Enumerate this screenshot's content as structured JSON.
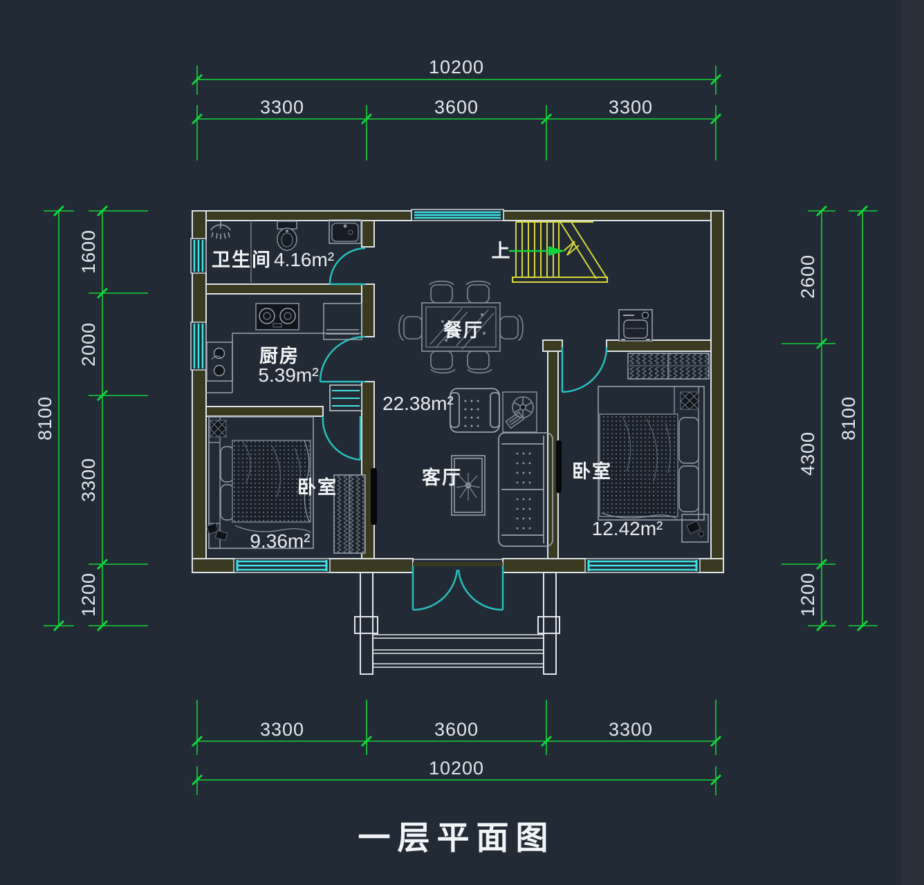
{
  "title": "一层平面图",
  "colors": {
    "background": "#222a35",
    "wall_line": "#dde3e9",
    "wall_core": "#3a3a20",
    "window": "#3fe3e3",
    "door": "#28bfbf",
    "dimension": "#12d53a",
    "stairs": "#d9d93a",
    "furniture": "#97a1ad",
    "text": "#f2f5f8"
  },
  "dimensions": {
    "top": {
      "overall": "10200",
      "segments": [
        "3300",
        "3600",
        "3300"
      ]
    },
    "bottom": {
      "overall": "10200",
      "segments": [
        "3300",
        "3600",
        "3300"
      ]
    },
    "left": {
      "overall": "8100",
      "segments": [
        "1600",
        "2000",
        "3300",
        "1200"
      ]
    },
    "right": {
      "overall": "8100",
      "segments": [
        "2600",
        "4300",
        "1200"
      ]
    }
  },
  "rooms": {
    "bathroom": {
      "name": "卫生间",
      "area": "4.16m²"
    },
    "kitchen": {
      "name": "厨房",
      "area": "5.39m²"
    },
    "dining": {
      "name": "餐厅"
    },
    "living": {
      "name": "客厅",
      "area": "22.38m²"
    },
    "bedroom_left": {
      "name": "卧室",
      "area": "9.36m²"
    },
    "bedroom_right": {
      "name": "卧室",
      "area": "12.42m²"
    }
  },
  "stairs": {
    "up_label": "上"
  }
}
